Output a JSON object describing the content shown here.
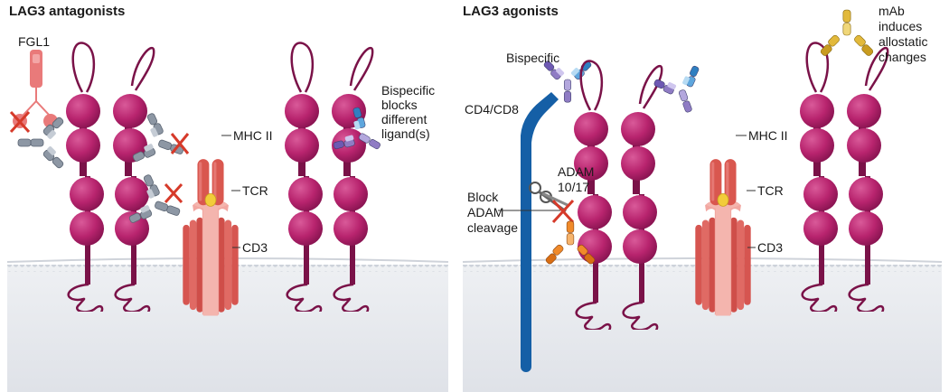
{
  "panels": {
    "left": {
      "title": "LAG3 antagonists",
      "labels": {
        "fgl1": "FGL1",
        "bispecific": [
          "Bispecific",
          "blocks",
          "different",
          "ligand(s)"
        ],
        "mhc": "MHC II",
        "tcr": "TCR",
        "cd3": "CD3"
      }
    },
    "right": {
      "title": "LAG3 agonists",
      "labels": {
        "bispecific": "Bispecific",
        "cd4cd8": "CD4/CD8",
        "adam": [
          "ADAM",
          "10/17"
        ],
        "block": [
          "Block",
          "ADAM",
          "cleavage"
        ],
        "mhc": "MHC II",
        "tcr": "TCR",
        "cd3": "CD3",
        "mab": [
          "mAb",
          "induces",
          "allostatic",
          "changes"
        ]
      }
    }
  },
  "colors": {
    "lag3": "#b8246e",
    "lag3_stalk": "#7a1248",
    "mhc": "#d9574f",
    "tcr": "#f2a7a1",
    "cd3": "#d65550",
    "membrane": "#e7e9ee",
    "antibody_grey": "#8d97a4",
    "bispecific_purple": "#8f7cc4",
    "bispecific_blue": "#2f7fc1",
    "agonist_yellow": "#e2b93b",
    "adam_orange": "#f08a2a",
    "cd4_blue": "#155fa6",
    "fgl1_pink": "#e97a7a",
    "block_x": "#d63a2a",
    "peptide_yellow": "#f2cc3a"
  }
}
